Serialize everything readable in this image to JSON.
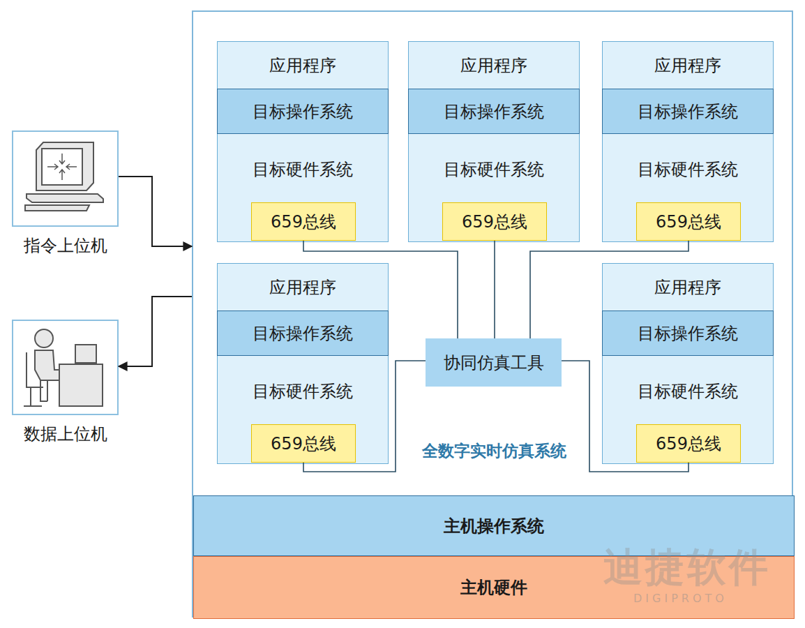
{
  "diagram": {
    "nodes": [
      {
        "text": [
          "指令上位机"
        ]
      },
      {
        "text": [
          "数据上位机"
        ]
      },
      {
        "text": [
          "全数字实时仿真系统"
        ]
      },
      {
        "text": [
          "应用程序"
        ],
        "in": 2
      },
      {
        "text": [
          "目标操作系统"
        ],
        "in": 2
      },
      {
        "text": [
          "目标硬件系统"
        ],
        "in": 2
      },
      {
        "text": [
          "659总线"
        ],
        "in": 5
      },
      {
        "text": [
          "应用程序"
        ],
        "in": 2
      },
      {
        "text": [
          "目标操作系统"
        ],
        "in": 2
      },
      {
        "text": [
          "目标硬件系统"
        ],
        "in": 2
      },
      {
        "text": [
          "659总线"
        ],
        "in": 9
      },
      {
        "text": [
          "应用程序"
        ],
        "in": 2
      },
      {
        "text": [
          "目标操作系统"
        ],
        "in": 2
      },
      {
        "text": [
          "目标硬件系统"
        ],
        "in": 2
      },
      {
        "text": [
          "659总线"
        ],
        "in": 13
      },
      {
        "text": [
          "应用程序"
        ],
        "in": 2
      },
      {
        "text": [
          "目标操作系统"
        ],
        "in": 2
      },
      {
        "text": [
          "目标硬件系统"
        ],
        "in": 2
      },
      {
        "text": [
          "659总线"
        ],
        "in": 17
      },
      {
        "text": [
          "协同仿真工具"
        ],
        "in": 2
      },
      {
        "text": [
          "应用程序"
        ],
        "in": 2
      },
      {
        "text": [
          "目标操作系统"
        ],
        "in": 2
      },
      {
        "text": [
          "目标硬件系统"
        ],
        "in": 2
      },
      {
        "text": [
          "659总线"
        ],
        "in": 22
      },
      {
        "text": [
          "主机操作系统"
        ],
        "in": 2
      },
      {
        "text": [
          "主机硬件"
        ],
        "in": 2
      }
    ],
    "edges": [
      {
        "from": 0,
        "to": 2,
        "arrow": "to"
      },
      {
        "from": 2,
        "to": 1,
        "arrow": "to"
      },
      {
        "from": 6,
        "to": 19,
        "arrow": "none"
      },
      {
        "from": 10,
        "to": 19,
        "arrow": "none"
      },
      {
        "from": 14,
        "to": 19,
        "arrow": "none"
      },
      {
        "from": 18,
        "to": 19,
        "arrow": "none"
      },
      {
        "from": 23,
        "to": 19,
        "arrow": "none"
      }
    ],
    "labels": [
      "迪捷软件",
      "DIGIPROTO"
    ]
  }
}
